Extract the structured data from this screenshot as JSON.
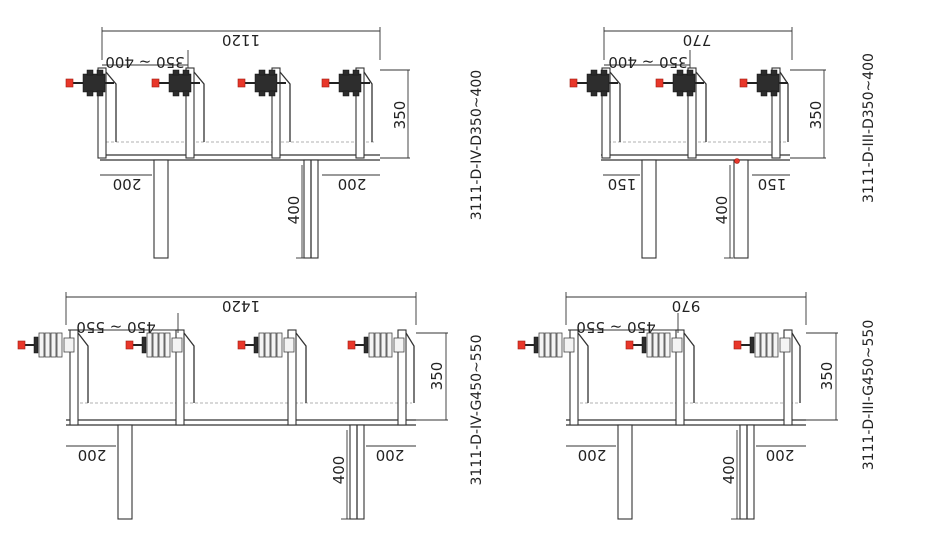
{
  "panels": [
    {
      "id": "tl",
      "model": "3111-D-IV-D350~400",
      "overall": "1120",
      "spacing": "350 ~ 400",
      "height": "350",
      "left_overhang": "200",
      "right_overhang": "200",
      "post": "400",
      "fitting": "D"
    },
    {
      "id": "tr",
      "model": "3111-D-III-D350~400",
      "overall": "770",
      "spacing": "350 ~ 400",
      "height": "350",
      "left_overhang": "150",
      "right_overhang": "150",
      "post": "400",
      "fitting": "D"
    },
    {
      "id": "bl",
      "model": "3111-D-IV-G450~550",
      "overall": "1420",
      "spacing": "450 ~ 550",
      "height": "350",
      "left_overhang": "200",
      "right_overhang": "200",
      "post": "400",
      "fitting": "G"
    },
    {
      "id": "br",
      "model": "3111-D-III-G450~550",
      "overall": "970",
      "spacing": "450 ~ 550",
      "height": "350",
      "left_overhang": "200",
      "right_overhang": "200",
      "post": "400",
      "fitting": "G"
    }
  ],
  "colors": {
    "line": "#333333",
    "accent": "#e8372a"
  }
}
